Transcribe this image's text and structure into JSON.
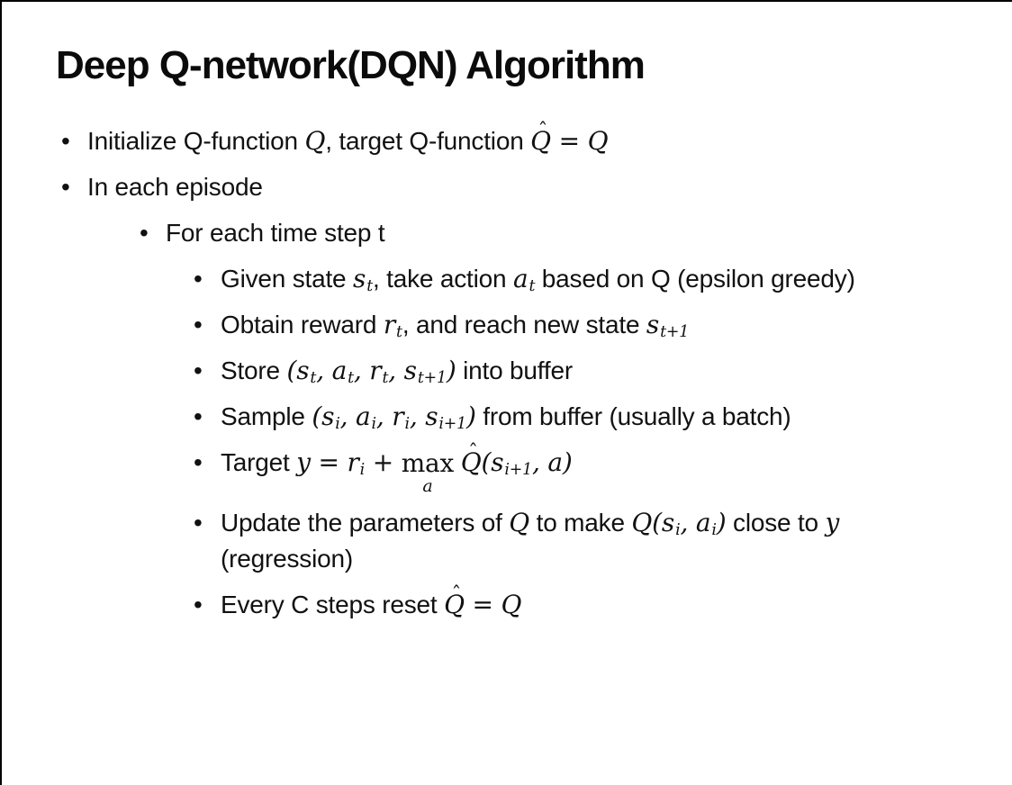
{
  "slide": {
    "title": "Deep Q-network(DQN) Algorithm"
  },
  "bullet_char": "•",
  "symbols": {
    "hat": "ˆ"
  },
  "colors": {
    "text": "#111111",
    "background": "#ffffff",
    "border": "#000000"
  },
  "bullets": [
    {
      "level": 1,
      "segments": [
        {
          "t": "text",
          "v": "Initialize Q-function "
        },
        {
          "t": "m",
          "v": "Q"
        },
        {
          "t": "text",
          "v": ", target Q-function "
        },
        {
          "t": "hat",
          "v": "Q"
        },
        {
          "t": "m",
          "v": " = Q"
        }
      ]
    },
    {
      "level": 1,
      "segments": [
        {
          "t": "text",
          "v": "In each episode"
        }
      ]
    },
    {
      "level": 2,
      "segments": [
        {
          "t": "text",
          "v": "For each time step t"
        }
      ]
    },
    {
      "level": 3,
      "segments": [
        {
          "t": "text",
          "v": "Given state "
        },
        {
          "t": "msub",
          "v": "s",
          "sub": "t"
        },
        {
          "t": "text",
          "v": ", take action "
        },
        {
          "t": "msub",
          "v": "a",
          "sub": "t"
        },
        {
          "t": "text",
          "v": " based on Q (epsilon greedy)"
        }
      ]
    },
    {
      "level": 3,
      "segments": [
        {
          "t": "text",
          "v": "Obtain reward "
        },
        {
          "t": "msub",
          "v": "r",
          "sub": "t"
        },
        {
          "t": "text",
          "v": ", and reach new state "
        },
        {
          "t": "msub",
          "v": "s",
          "sub": "t+1"
        }
      ]
    },
    {
      "level": 3,
      "segments": [
        {
          "t": "text",
          "v": "Store "
        },
        {
          "t": "m",
          "v": "("
        },
        {
          "t": "msub",
          "v": "s",
          "sub": "t"
        },
        {
          "t": "m",
          "v": ", "
        },
        {
          "t": "msub",
          "v": "a",
          "sub": "t"
        },
        {
          "t": "m",
          "v": ", "
        },
        {
          "t": "msub",
          "v": "r",
          "sub": "t"
        },
        {
          "t": "m",
          "v": ", "
        },
        {
          "t": "msub",
          "v": "s",
          "sub": "t+1"
        },
        {
          "t": "m",
          "v": ")"
        },
        {
          "t": "text",
          "v": " into buffer"
        }
      ]
    },
    {
      "level": 3,
      "segments": [
        {
          "t": "text",
          "v": "Sample "
        },
        {
          "t": "m",
          "v": "("
        },
        {
          "t": "msub",
          "v": "s",
          "sub": "i"
        },
        {
          "t": "m",
          "v": ", "
        },
        {
          "t": "msub",
          "v": "a",
          "sub": "i"
        },
        {
          "t": "m",
          "v": ", "
        },
        {
          "t": "msub",
          "v": "r",
          "sub": "i"
        },
        {
          "t": "m",
          "v": ", "
        },
        {
          "t": "msub",
          "v": "s",
          "sub": "i+1"
        },
        {
          "t": "m",
          "v": ")"
        },
        {
          "t": "text",
          "v": " from buffer (usually a batch)"
        }
      ]
    },
    {
      "level": 3,
      "segments": [
        {
          "t": "text",
          "v": "Target "
        },
        {
          "t": "m",
          "v": "y = "
        },
        {
          "t": "msub",
          "v": "r",
          "sub": "i"
        },
        {
          "t": "m",
          "v": " + "
        },
        {
          "t": "max",
          "v": "max",
          "under": "a"
        },
        {
          "t": "text",
          "v": " "
        },
        {
          "t": "hat",
          "v": "Q"
        },
        {
          "t": "m",
          "v": "("
        },
        {
          "t": "msub",
          "v": "s",
          "sub": "i+1"
        },
        {
          "t": "m",
          "v": ", a)"
        }
      ]
    },
    {
      "level": 3,
      "segments": [
        {
          "t": "text",
          "v": "Update the parameters of "
        },
        {
          "t": "m",
          "v": "Q"
        },
        {
          "t": "text",
          "v": " to make "
        },
        {
          "t": "m",
          "v": "Q("
        },
        {
          "t": "msub",
          "v": "s",
          "sub": "i"
        },
        {
          "t": "m",
          "v": ", "
        },
        {
          "t": "msub",
          "v": "a",
          "sub": "i"
        },
        {
          "t": "m",
          "v": ")"
        },
        {
          "t": "text",
          "v": " close to "
        },
        {
          "t": "m",
          "v": "y"
        },
        {
          "t": "text",
          "v": " (regression)"
        }
      ]
    },
    {
      "level": 3,
      "segments": [
        {
          "t": "text",
          "v": "Every C steps reset "
        },
        {
          "t": "hat",
          "v": "Q"
        },
        {
          "t": "m",
          "v": " = Q"
        }
      ]
    }
  ]
}
